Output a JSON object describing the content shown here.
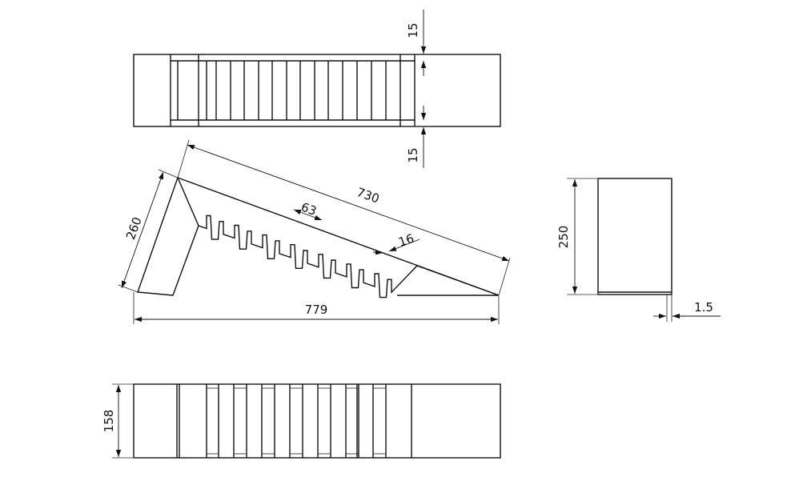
{
  "dimensions": {
    "top_gap_upper": "15",
    "top_gap_lower": "15",
    "side_height": "260",
    "slope_length": "730",
    "slot_pitch": "63",
    "slot_width": "16",
    "overall_length": "779",
    "end_height": "250",
    "thickness": "1.5",
    "bottom_height": "158"
  }
}
